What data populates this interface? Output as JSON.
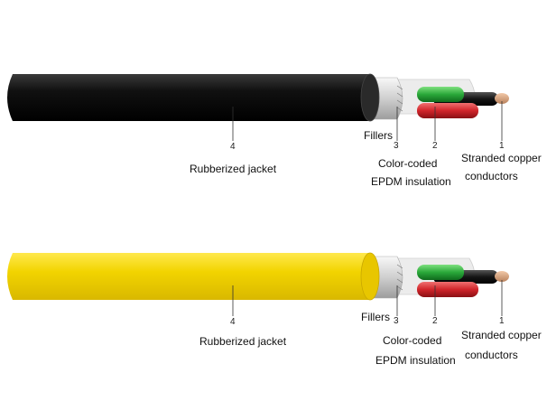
{
  "cables": [
    {
      "jacket_color": "#111111",
      "labels": {
        "n4": "4",
        "jacket": "Rubberized jacket",
        "fillers": "Fillers",
        "n3": "3",
        "n2": "2",
        "insulation_1": "Color-coded",
        "insulation_2": "EPDM insulation",
        "n1": "1",
        "conductors_1": "Stranded copper",
        "conductors_2": "conductors"
      }
    },
    {
      "jacket_color": "#f2d400",
      "labels": {
        "n4": "4",
        "jacket": "Rubberized jacket",
        "fillers": "Fillers",
        "n3": "3",
        "n2": "2",
        "insulation_1": "Color-coded",
        "insulation_2": "EPDM insulation",
        "n1": "1",
        "conductors_1": "Stranded copper",
        "conductors_2": "conductors"
      }
    }
  ],
  "colors": {
    "green": "#2aa83a",
    "red": "#d0242a",
    "black": "#111111",
    "copper": "#d9a27a",
    "filler": "#e8e8e8"
  }
}
